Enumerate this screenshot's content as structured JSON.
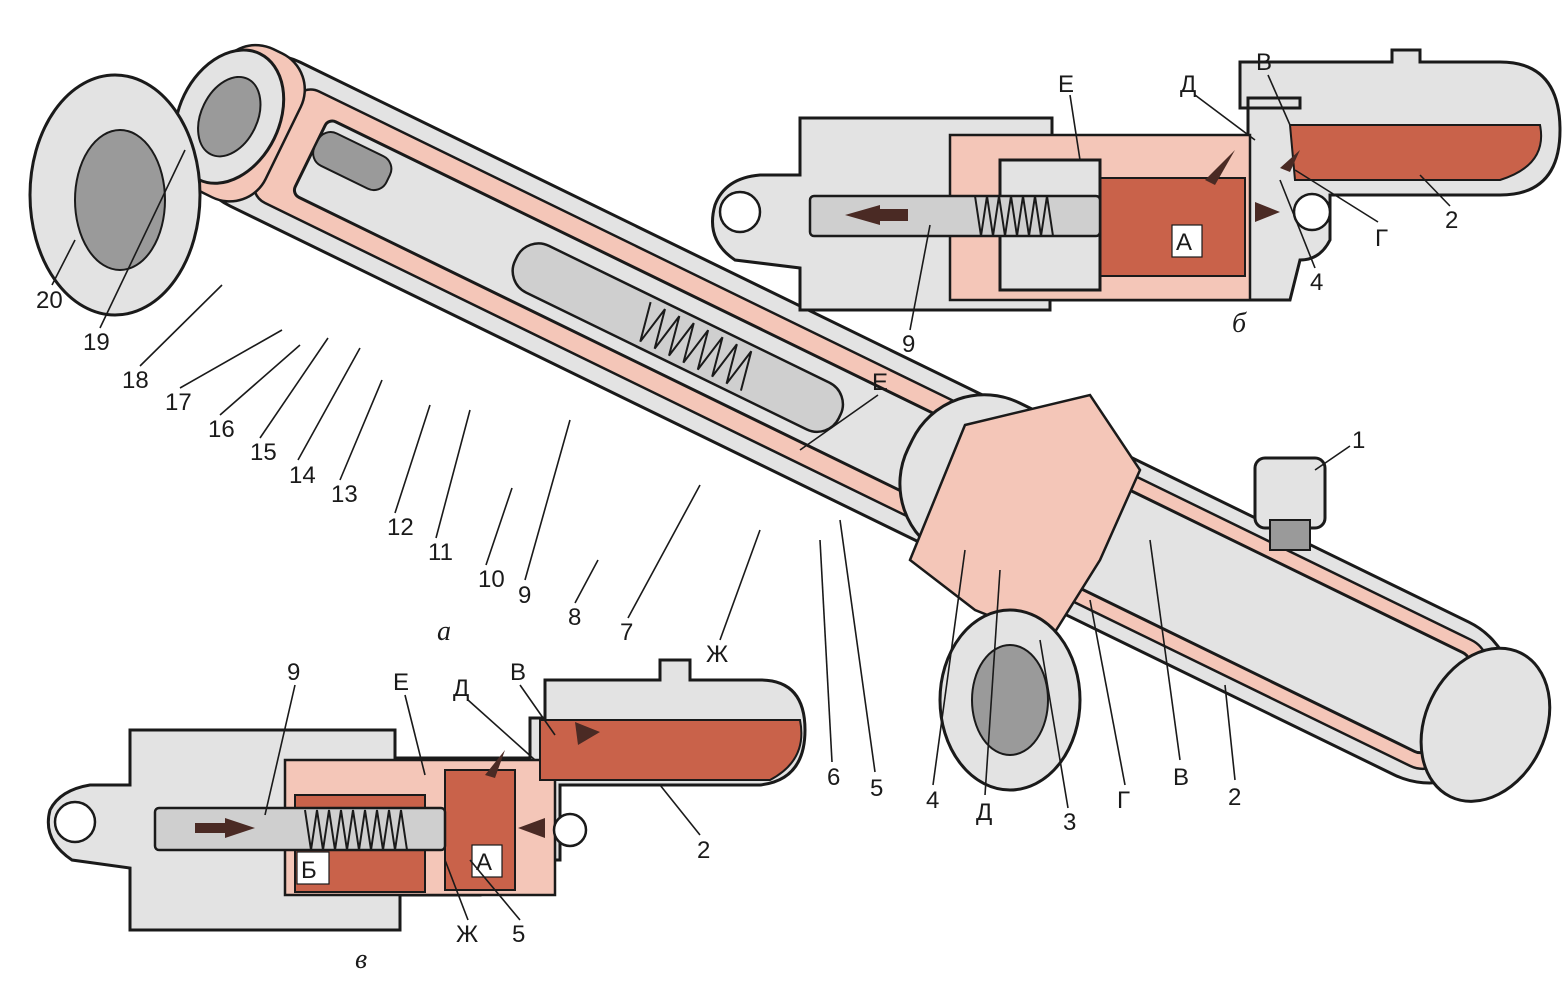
{
  "main_view": {
    "caption": "а",
    "labels": [
      "1",
      "2",
      "3",
      "4",
      "5",
      "6",
      "7",
      "8",
      "9",
      "10",
      "11",
      "12",
      "13",
      "14",
      "15",
      "16",
      "17",
      "18",
      "19",
      "20",
      "Е",
      "Ж",
      "Д",
      "Г",
      "В",
      "2"
    ]
  },
  "view_b": {
    "caption": "б",
    "labels": [
      "Е",
      "Д",
      "В",
      "Г",
      "2",
      "4",
      "9",
      "А"
    ]
  },
  "view_v": {
    "caption": "в",
    "labels": [
      "9",
      "Е",
      "Д",
      "В",
      "2",
      "Б",
      "А",
      "Ж",
      "5"
    ]
  },
  "colors": {
    "body": "#e3e3e3",
    "cut_section": "#f4c6b8",
    "fluid": "#c9624a",
    "outline": "#1a1a1a"
  }
}
